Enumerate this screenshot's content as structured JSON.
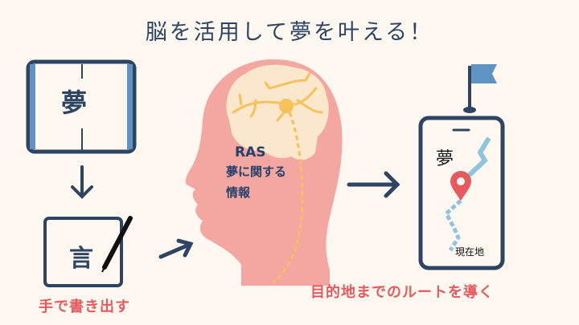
{
  "title": "脳を活用して夢を叶える！",
  "notebook": {
    "char": "夢"
  },
  "memo": {
    "char": "言"
  },
  "write_label": "手で書き出す",
  "head": {
    "ras": "RAS",
    "line1": "夢に関する",
    "line2": "情報"
  },
  "phone": {
    "goal_char": "夢",
    "current_location": "現在地"
  },
  "route_label": "目的地までのルートを導く",
  "colors": {
    "background": "#fef8f1",
    "navy": "#2d4563",
    "accent_red": "#e65a5e",
    "head_pink": "#f4a7a0",
    "brain_cream": "#fbe7cb",
    "nerve_yellow": "#f7c15c",
    "route_blue": "#8fc4e0",
    "flag_blue": "#5e93c4"
  }
}
